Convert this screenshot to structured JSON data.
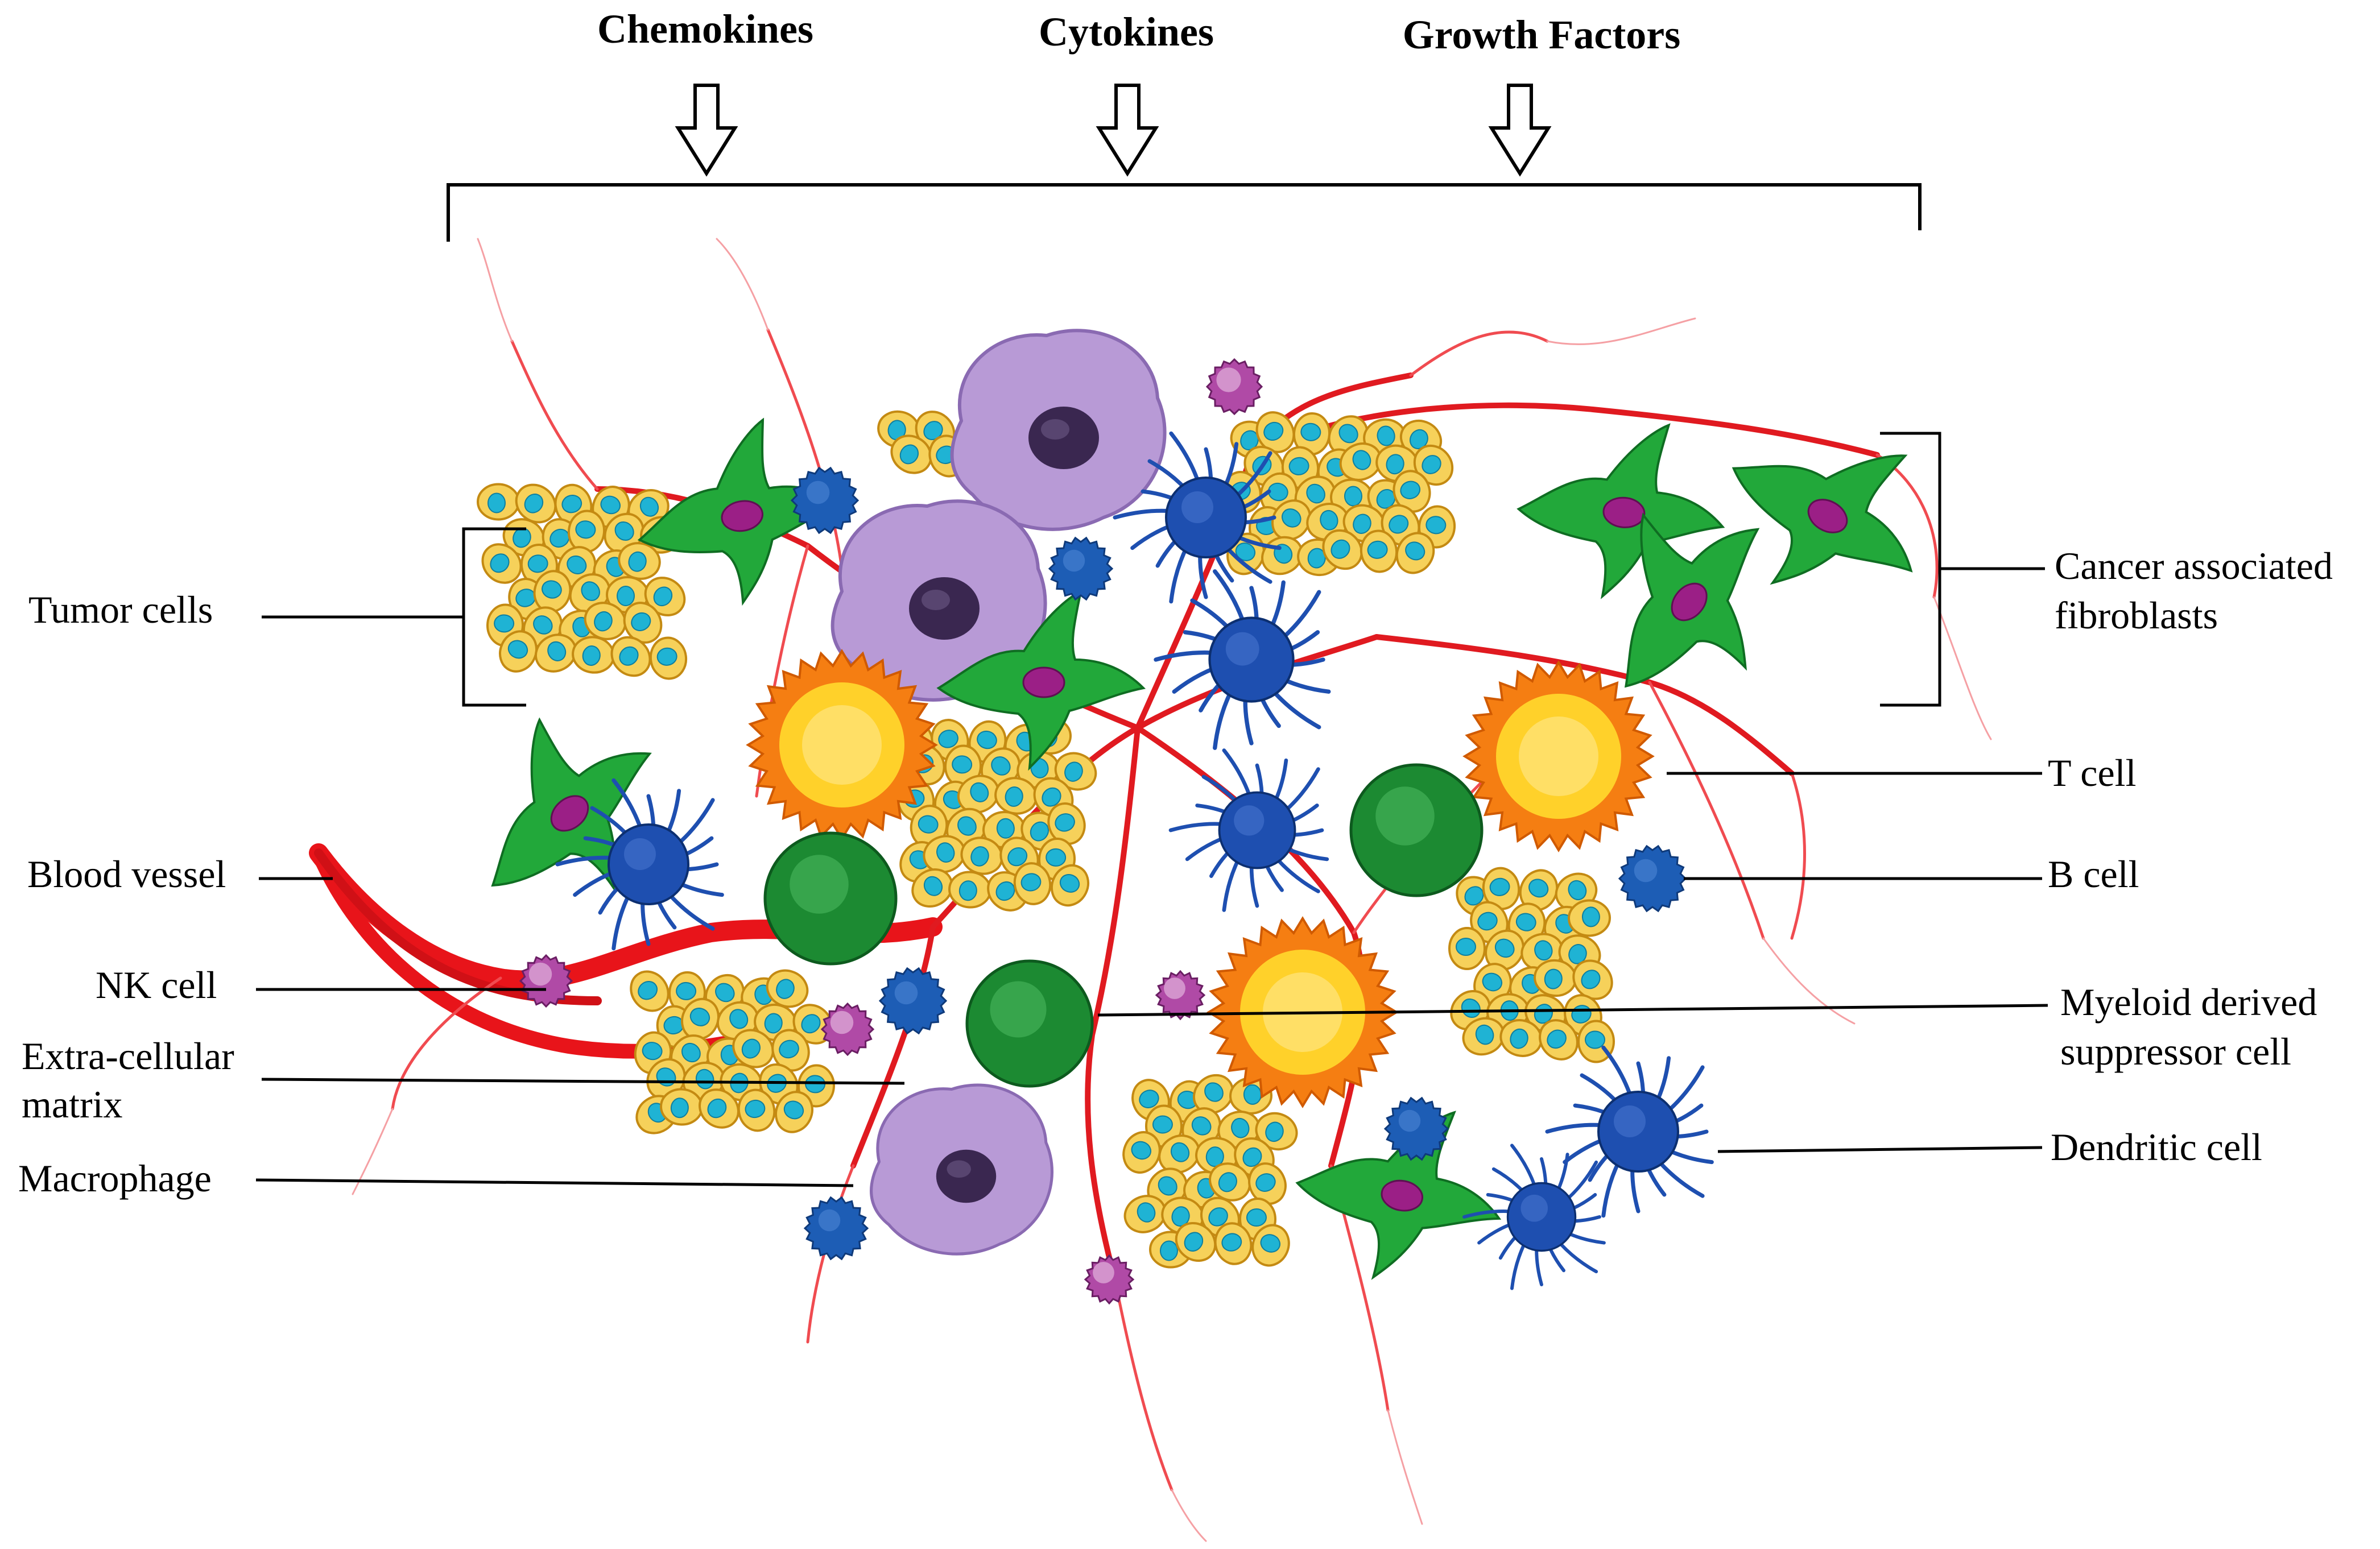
{
  "headers": {
    "chemokines": "Chemokines",
    "cytokines": "Cytokines",
    "growth_factors": "Growth Factors"
  },
  "labels": {
    "tumor_cells": "Tumor cells",
    "blood_vessel": "Blood vessel",
    "nk_cell": "NK cell",
    "ecm_line1": "Extra-cellular",
    "ecm_line2": "matrix",
    "macrophage": "Macrophage",
    "caf_line1": "Cancer associated",
    "caf_line2": "fibroblasts",
    "t_cell": "T cell",
    "b_cell": "B cell",
    "mdsc_line1": "Myeloid derived",
    "mdsc_line2": "suppressor cell",
    "dendritic_cell": "Dendritic cell"
  },
  "colors": {
    "vessel": "#e8141a",
    "tumor_fill": "#f6d15a",
    "tumor_nucleus": "#1fb3d4",
    "macrophage": "#b89ad6",
    "macrophage_nucleus": "#3a2750",
    "fibroblast": "#22a83a",
    "fibroblast_nucleus": "#9b1f86",
    "t_cell_outer": "#f57e12",
    "t_cell_inner": "#ffd12a",
    "b_cell": "#1d5db5",
    "mdsc": "#1c8a32",
    "dendritic": "#1e4fb0",
    "nk_cell": "#b04aa6"
  }
}
